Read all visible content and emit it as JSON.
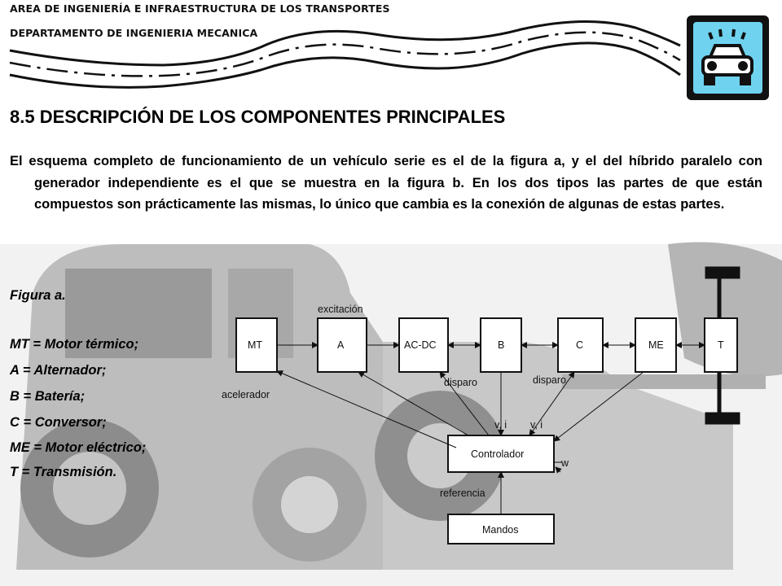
{
  "header": {
    "line1": "AREA DE INGENIERÍA E INFRAESTRUCTURA DE LOS TRANSPORTES",
    "line2": "DEPARTAMENTO DE INGENIERIA MECANICA",
    "logo_icon": "car-icon",
    "logo_color": "#6fd3f0"
  },
  "section_title": "8.5 DESCRIPCIÓN DE LOS COMPONENTES PRINCIPALES",
  "paragraph": "El esquema completo de funcionamiento de un vehículo serie es el de la figura a, y el del híbrido paralelo con generador independiente es el que se muestra en la figura b. En los dos tipos las partes de que están compuestos son prácticamente las mismas, lo único que cambia es la conexión de algunas de estas partes.",
  "legend": {
    "figure_label": "Figura a.",
    "items": [
      "MT = Motor térmico;",
      "A = Alternador;",
      "B = Batería;",
      "C = Conversor;",
      "ME = Motor eléctrico;",
      "T = Transmisión."
    ]
  },
  "diagram": {
    "blocks": {
      "mt": "MT",
      "a": "A",
      "acdc": "AC-DC",
      "b": "B",
      "c": "C",
      "me": "ME",
      "t": "T",
      "controlador": "Controlador",
      "mandos": "Mandos"
    },
    "labels": {
      "excitacion": "excitación",
      "acelerador": "acelerador",
      "disparo1": "disparo",
      "disparo2": "disparo",
      "vi1": "v, i",
      "vi2": "v, i",
      "w": "w",
      "referencia": "referencia"
    }
  }
}
